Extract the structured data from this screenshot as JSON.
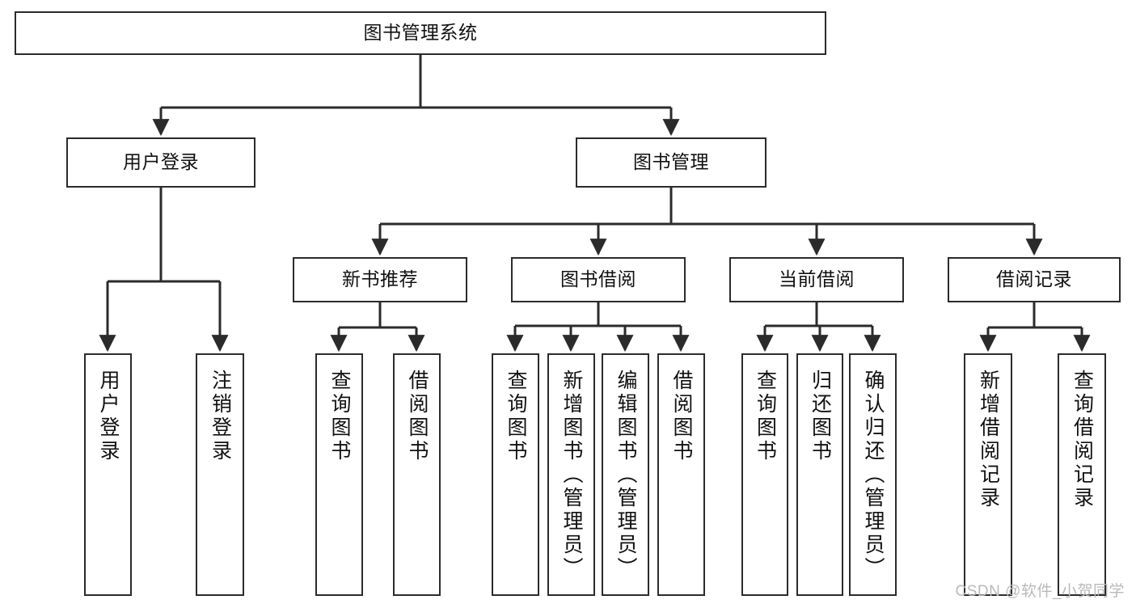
{
  "diagram": {
    "title": "图书管理系统",
    "type": "hierarchy-tree",
    "root": {
      "label": "图书管理系统"
    },
    "level2": [
      {
        "label": "用户登录"
      },
      {
        "label": "图书管理"
      }
    ],
    "level3": [
      {
        "label": "新书推荐"
      },
      {
        "label": "图书借阅"
      },
      {
        "label": "当前借阅"
      },
      {
        "label": "借阅记录"
      }
    ],
    "leaves": {
      "user_login": [
        {
          "label": "用户登录"
        },
        {
          "label": "注销登录"
        }
      ],
      "new_book_recommend": [
        {
          "label": "查询图书"
        },
        {
          "label": "借阅图书"
        }
      ],
      "book_borrow": [
        {
          "label": "查询图书"
        },
        {
          "label": "新增图书（管理员）"
        },
        {
          "label": "编辑图书（管理员）"
        },
        {
          "label": "借阅图书"
        }
      ],
      "current_borrow": [
        {
          "label": "查询图书"
        },
        {
          "label": "归还图书"
        },
        {
          "label": "确认归还（管理员）"
        }
      ],
      "borrow_record": [
        {
          "label": "新增借阅记录"
        },
        {
          "label": "查询借阅记录"
        }
      ]
    }
  },
  "watermark": {
    "text": "CSDN @软件_小贺同学"
  },
  "colors": {
    "stroke": "#2b2b2b",
    "fill": "#ffffff",
    "text": "#111111",
    "watermark": "#b9b9b9"
  }
}
